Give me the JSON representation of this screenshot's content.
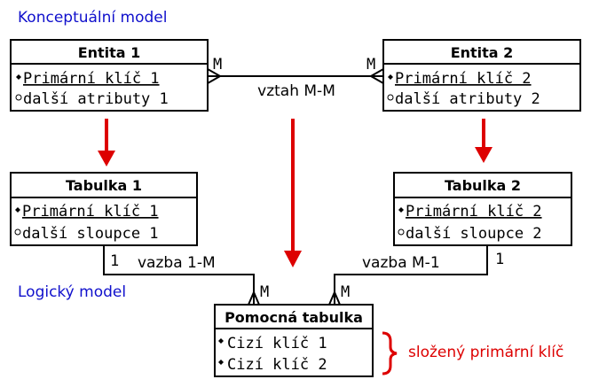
{
  "sections": {
    "conceptual": "Konceptuální model",
    "logical": "Logický model"
  },
  "entities": {
    "entity1": {
      "title": "Entita 1",
      "pk": "Primární klíč 1",
      "attr": "další atributy 1"
    },
    "entity2": {
      "title": "Entita 2",
      "pk": "Primární klíč 2",
      "attr": "další atributy 2"
    }
  },
  "tables": {
    "table1": {
      "title": "Tabulka 1",
      "pk": "Primární klíč 1",
      "attr": "další sloupce 1"
    },
    "table2": {
      "title": "Tabulka 2",
      "pk": "Primární klíč 2",
      "attr": "další sloupce 2"
    },
    "junction": {
      "title": "Pomocná tabulka",
      "fk1": "Cizí klíč 1",
      "fk2": "Cizí klíč 2"
    }
  },
  "relations": {
    "mm": {
      "label": "vztah M-M",
      "left_card": "M",
      "right_card": "M"
    },
    "left": {
      "label": "vazba 1-M",
      "one": "1",
      "many": "M"
    },
    "right": {
      "label": "vazba M-1",
      "one": "1",
      "many": "M"
    }
  },
  "composite_key_label": "složený primární klíč",
  "colors": {
    "section_text": "#1010cc",
    "arrow": "#dd0000",
    "brace": "#dd0000",
    "annotation": "#dd0000",
    "line": "#000000"
  }
}
